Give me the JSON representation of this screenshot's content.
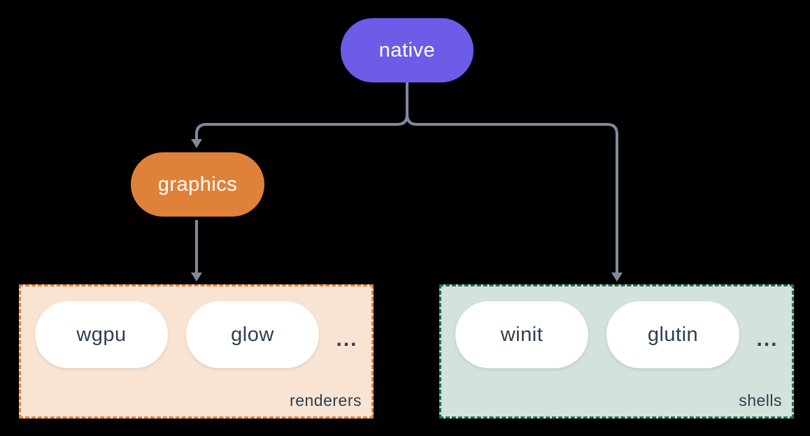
{
  "canvas": {
    "background": "#000000"
  },
  "diagram": {
    "nodes": {
      "native": {
        "label": "native",
        "fill": "#6c5ce7",
        "text_color": "#ffffff"
      },
      "graphics": {
        "label": "graphics",
        "fill": "#e0813a",
        "text_color": "#ffffff"
      }
    },
    "groups": {
      "renderers": {
        "label": "renderers",
        "background": "#f9e4d3",
        "border_color": "#e0823c",
        "items": [
          "wgpu",
          "glow"
        ],
        "ellipsis": "..."
      },
      "shells": {
        "label": "shells",
        "background": "#d3e2da",
        "border_color": "#21705f",
        "items": [
          "winit",
          "glutin"
        ],
        "ellipsis": "..."
      }
    },
    "pill_style": {
      "background": "#ffffff",
      "text_color": "#2e3f50"
    },
    "connector_color": "#7d8b9c",
    "edges": [
      {
        "from": "native",
        "to": "graphics"
      },
      {
        "from": "native",
        "to": "shells"
      },
      {
        "from": "graphics",
        "to": "renderers"
      }
    ]
  }
}
